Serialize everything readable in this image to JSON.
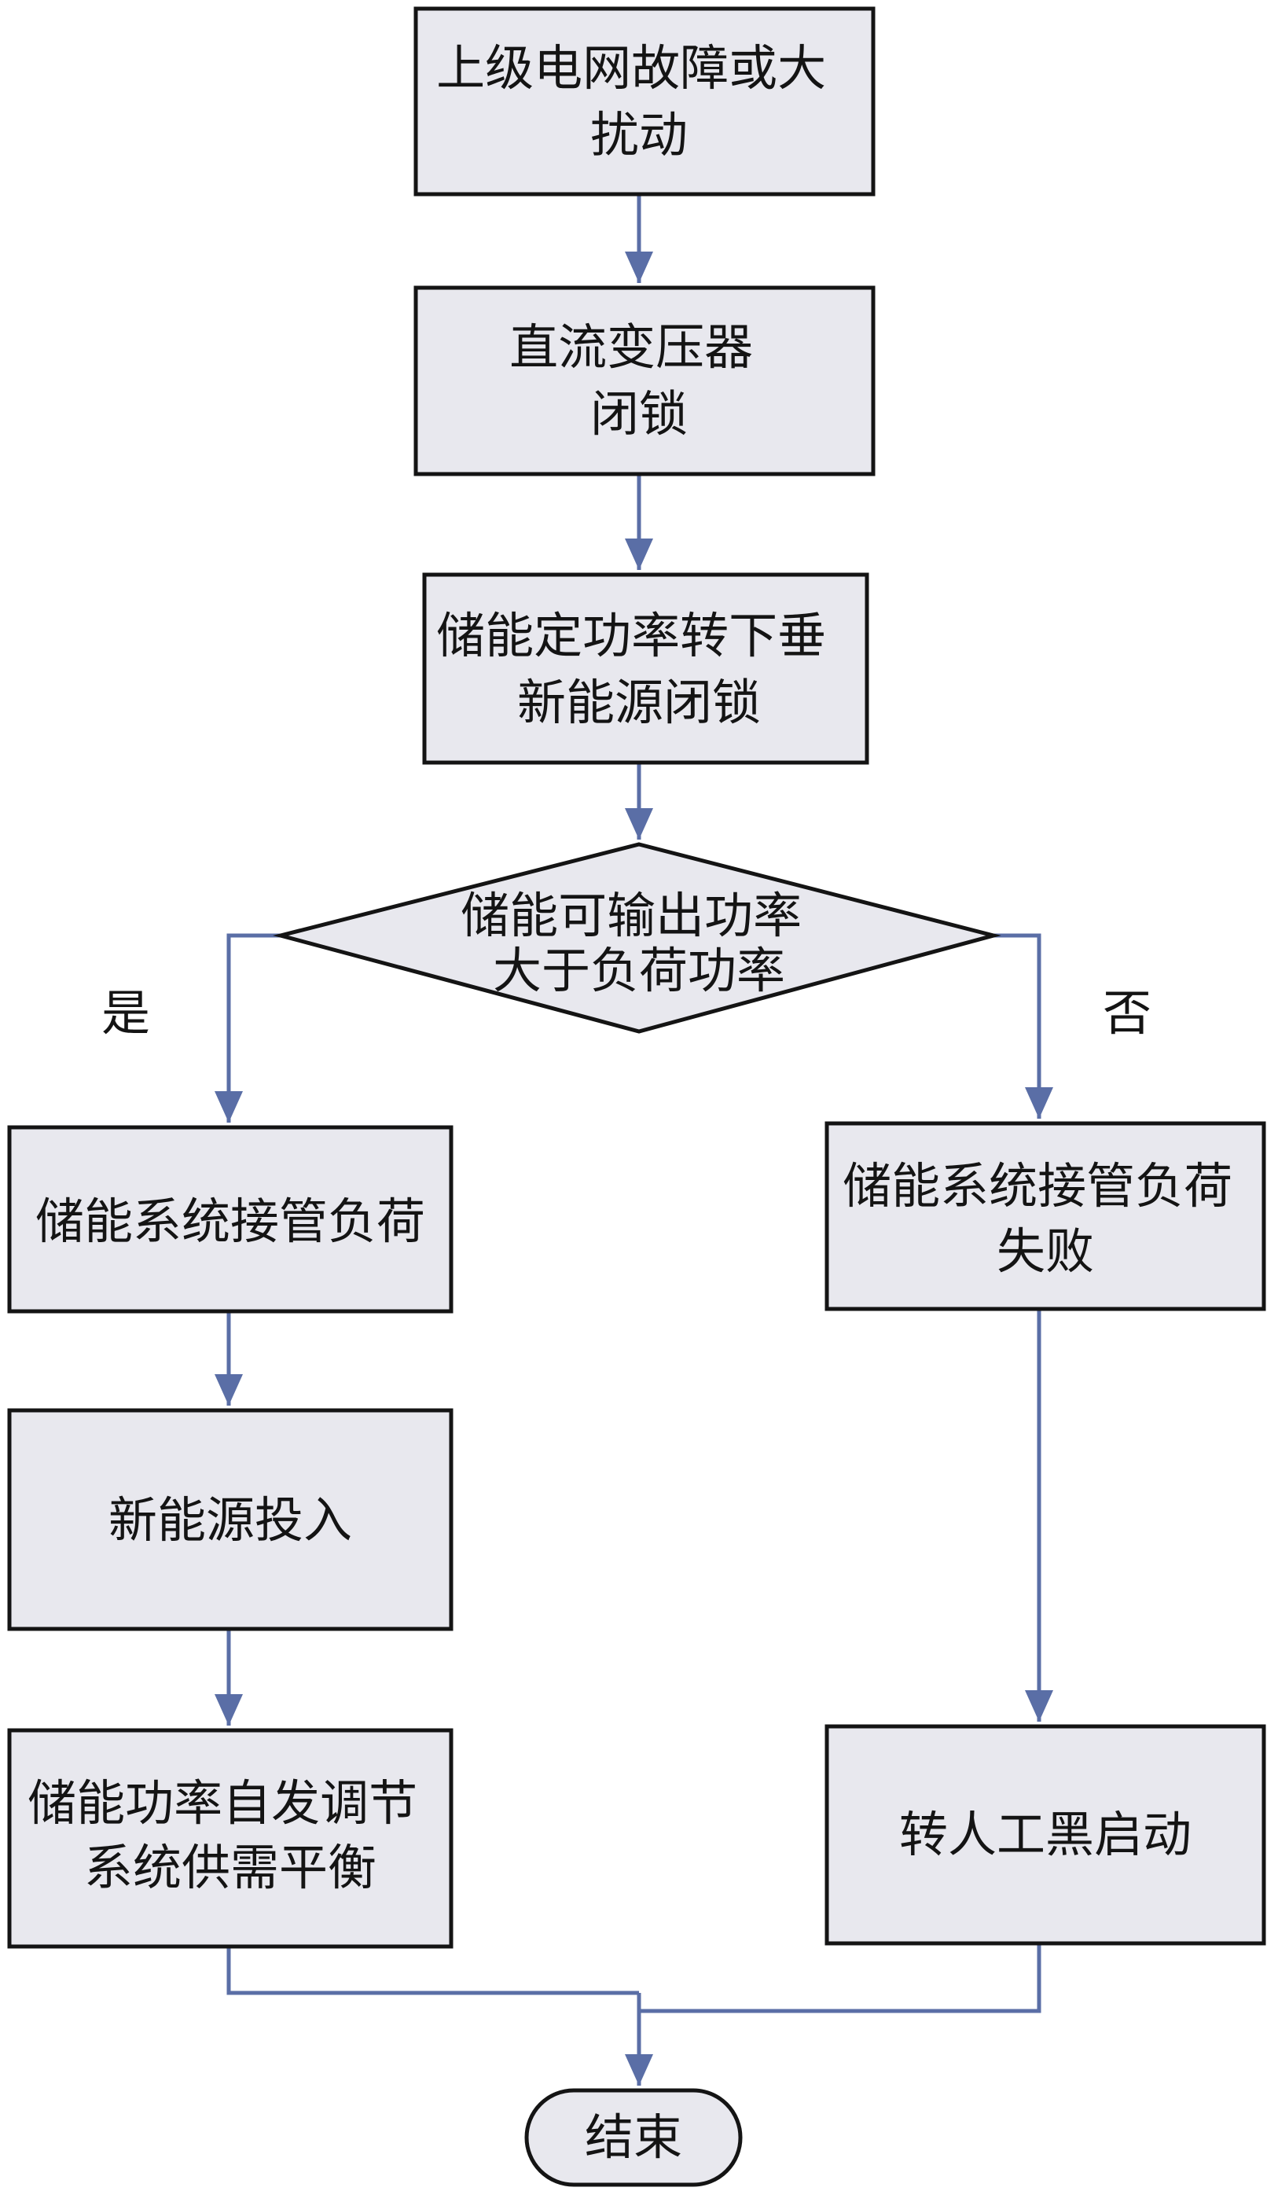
{
  "diagram": {
    "nodes": {
      "grid_fault": {
        "lines": [
          "上级电网故障或大",
          "扰动"
        ]
      },
      "dc_transformer_lock": {
        "lines": [
          "直流变压器",
          "闭锁"
        ]
      },
      "storage_droop": {
        "lines": [
          "储能定功率转下垂",
          "新能源闭锁"
        ]
      },
      "decision": {
        "lines": [
          "储能可输出功率",
          "大于负荷功率"
        ]
      },
      "takeover_success": {
        "lines": [
          "储能系统接管负荷"
        ]
      },
      "takeover_fail": {
        "lines": [
          "储能系统接管负荷",
          "失败"
        ]
      },
      "renewable_on": {
        "lines": [
          "新能源投入"
        ]
      },
      "self_regulation": {
        "lines": [
          "储能功率自发调节",
          "系统供需平衡"
        ]
      },
      "black_start": {
        "lines": [
          "转人工黑启动"
        ]
      },
      "end": {
        "lines": [
          "结束"
        ]
      }
    },
    "branches": {
      "yes": "是",
      "no": "否"
    }
  }
}
